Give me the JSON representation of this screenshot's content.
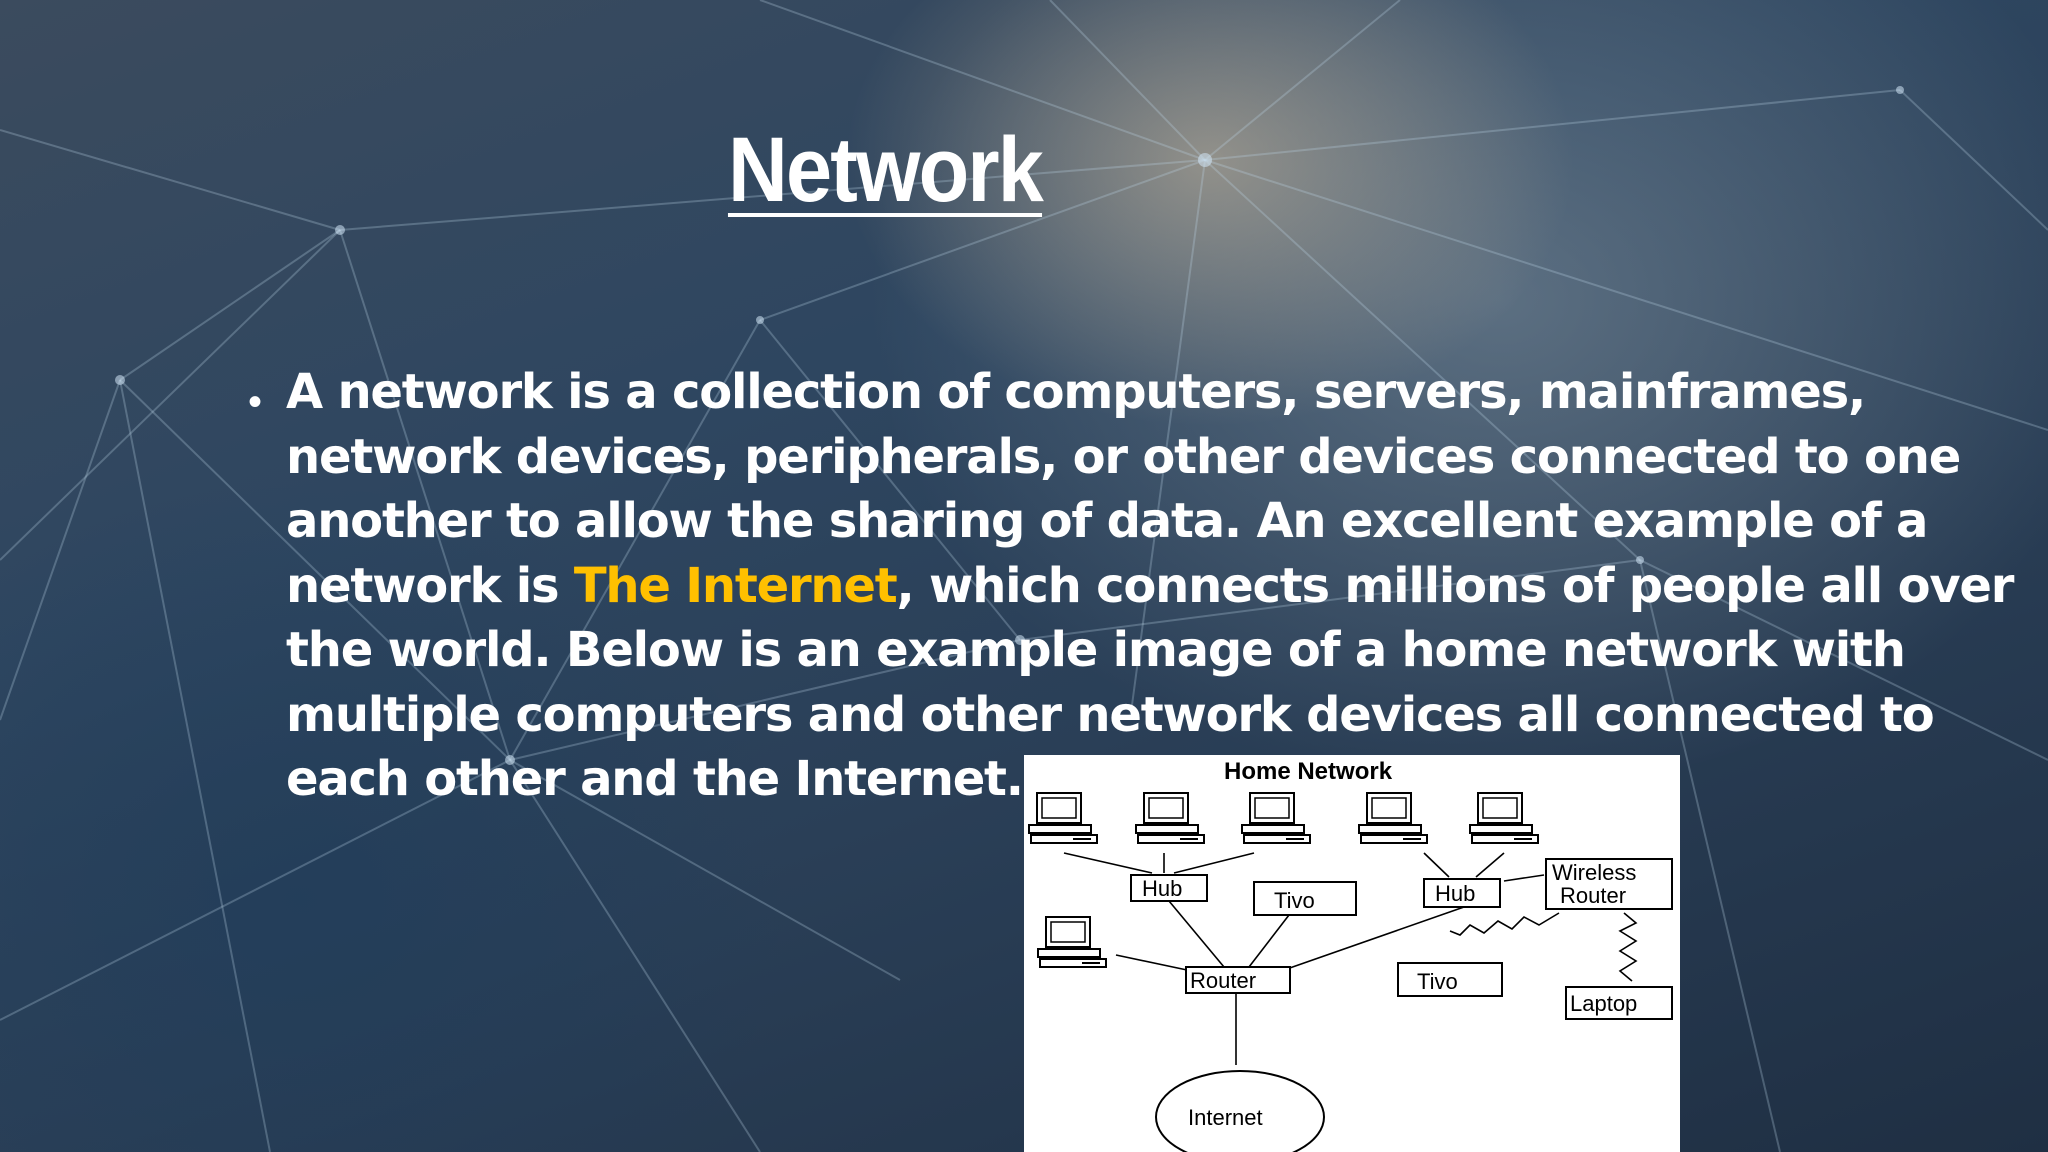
{
  "slide": {
    "title": "Network",
    "bullet": {
      "lines": [
        "A network is a collection of computers, servers, mainframes,",
        "network devices, peripherals, or other devices connected to one",
        "another to allow the sharing of data. An excellent example of a"
      ],
      "line4_prefix": "network is ",
      "line4_highlight": "The Internet",
      "line4_suffix": ", which connects millions of people all over",
      "lines_after": [
        "the world. Below is an example image of a home network with",
        "multiple computers and other network devices all connected to",
        "each other and the Internet."
      ],
      "highlight_color": "#ffc000"
    }
  },
  "diagram": {
    "title": "Home Network",
    "labels": {
      "hub_left": "Hub",
      "tivo_top": "Tivo",
      "hub_right": "Hub",
      "wireless_router_1": "Wireless",
      "wireless_router_2": "Router",
      "router": "Router",
      "tivo_bottom": "Tivo",
      "laptop": "Laptop",
      "internet": "Internet"
    }
  }
}
